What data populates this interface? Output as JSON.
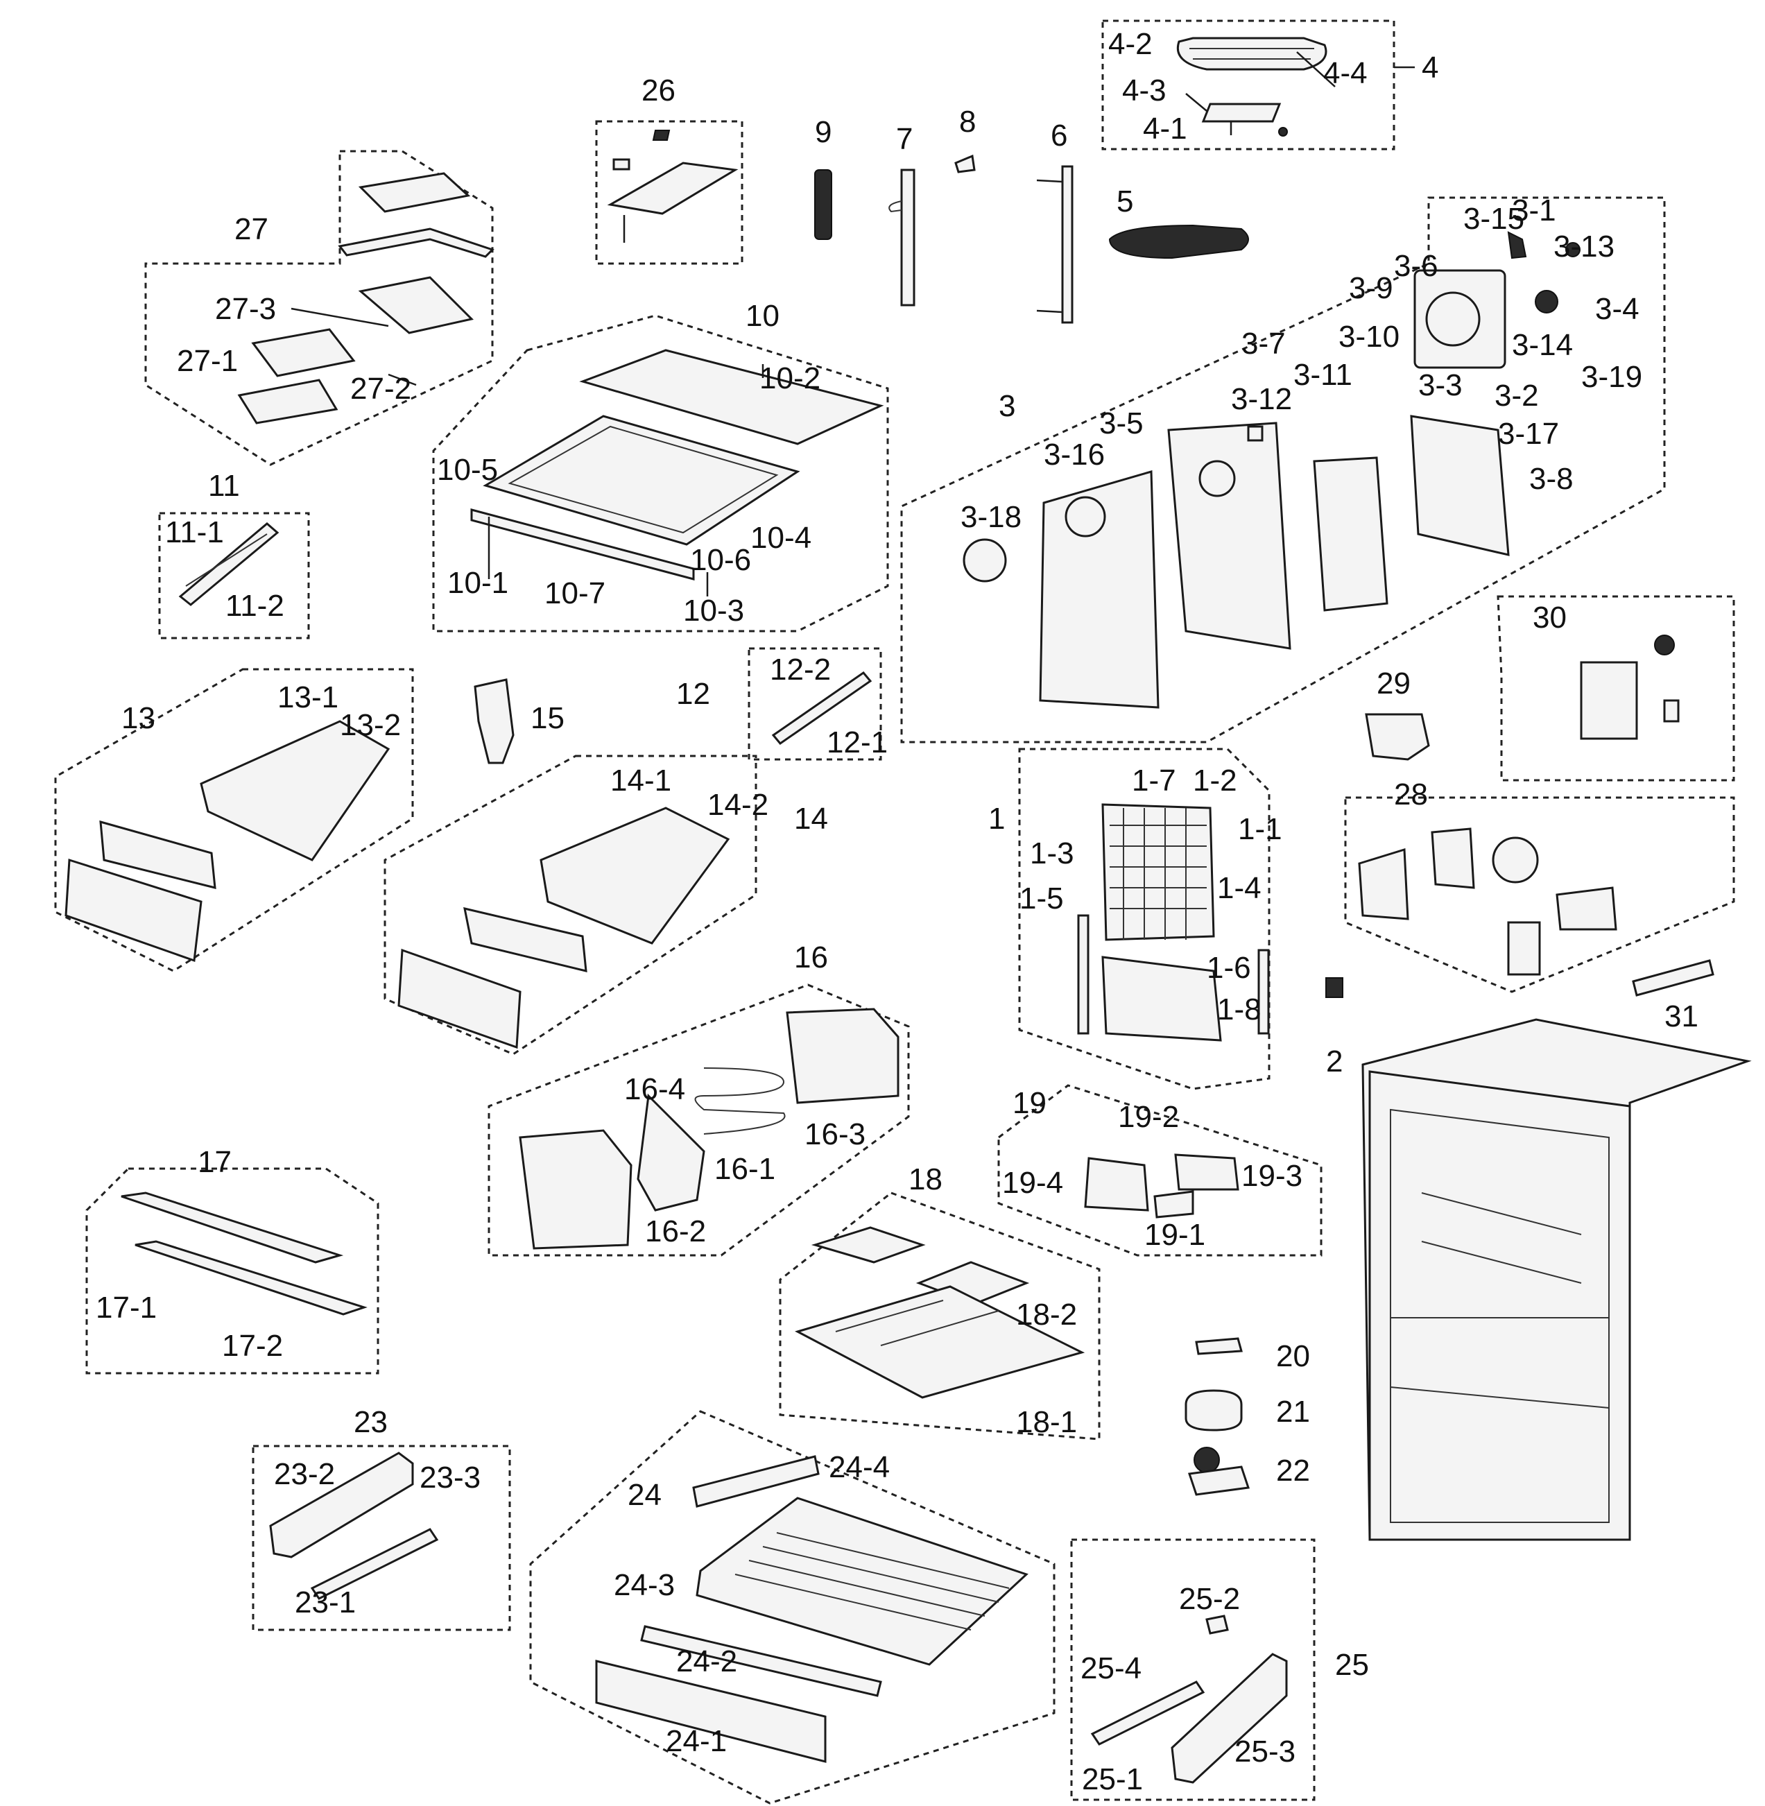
{
  "labels": {
    "l26": "26",
    "l9": "9",
    "l7": "7",
    "l8": "8",
    "l6": "6",
    "l4_2": "4-2",
    "l4_4": "4-4",
    "l4": "4",
    "l4_3": "4-3",
    "l4_1": "4-1",
    "l5": "5",
    "l27": "27",
    "l27_3": "27-3",
    "l27_1": "27-1",
    "l27_2": "27-2",
    "l10": "10",
    "l10_2": "10-2",
    "l10_5": "10-5",
    "l10_4": "10-4",
    "l10_6": "10-6",
    "l10_1": "10-1",
    "l10_7": "10-7",
    "l10_3": "10-3",
    "l11": "11",
    "l11_1": "11-1",
    "l11_2": "11-2",
    "l3": "3",
    "l3_15": "3-15",
    "l3_1": "3-1",
    "l3_13": "3-13",
    "l3_6": "3-6",
    "l3_9": "3-9",
    "l3_4": "3-4",
    "l3_10": "3-10",
    "l3_14": "3-14",
    "l3_7": "3-7",
    "l3_3": "3-3",
    "l3_11": "3-11",
    "l3_19": "3-19",
    "l3_2": "3-2",
    "l3_12": "3-12",
    "l3_17": "3-17",
    "l3_5": "3-5",
    "l3_16": "3-16",
    "l3_8": "3-8",
    "l3_18": "3-18",
    "l13": "13",
    "l13_1": "13-1",
    "l13_2": "13-2",
    "l15": "15",
    "l12": "12",
    "l12_2": "12-2",
    "l12_1": "12-1",
    "l14": "14",
    "l14_1": "14-1",
    "l14_2": "14-2",
    "l30": "30",
    "l29": "29",
    "l28": "28",
    "l31": "31",
    "l1": "1",
    "l1_7": "1-7",
    "l1_2": "1-2",
    "l1_1": "1-1",
    "l1_3": "1-3",
    "l1_4": "1-4",
    "l1_5": "1-5",
    "l1_6": "1-6",
    "l1_8": "1-8",
    "l2": "2",
    "l16": "16",
    "l16_4": "16-4",
    "l16_3": "16-3",
    "l16_1": "16-1",
    "l16_2": "16-2",
    "l19": "19",
    "l19_2": "19-2",
    "l19_4": "19-4",
    "l19_3": "19-3",
    "l19_1": "19-1",
    "l17": "17",
    "l17_1": "17-1",
    "l17_2": "17-2",
    "l18": "18",
    "l18_2": "18-2",
    "l18_1": "18-1",
    "l20": "20",
    "l21": "21",
    "l22": "22",
    "l23": "23",
    "l23_2": "23-2",
    "l23_3": "23-3",
    "l23_1": "23-1",
    "l24": "24",
    "l24_4": "24-4",
    "l24_3": "24-3",
    "l24_2": "24-2",
    "l24_1": "24-1",
    "l25": "25",
    "l25_2": "25-2",
    "l25_4": "25-4",
    "l25_1": "25-1",
    "l25_3": "25-3"
  }
}
